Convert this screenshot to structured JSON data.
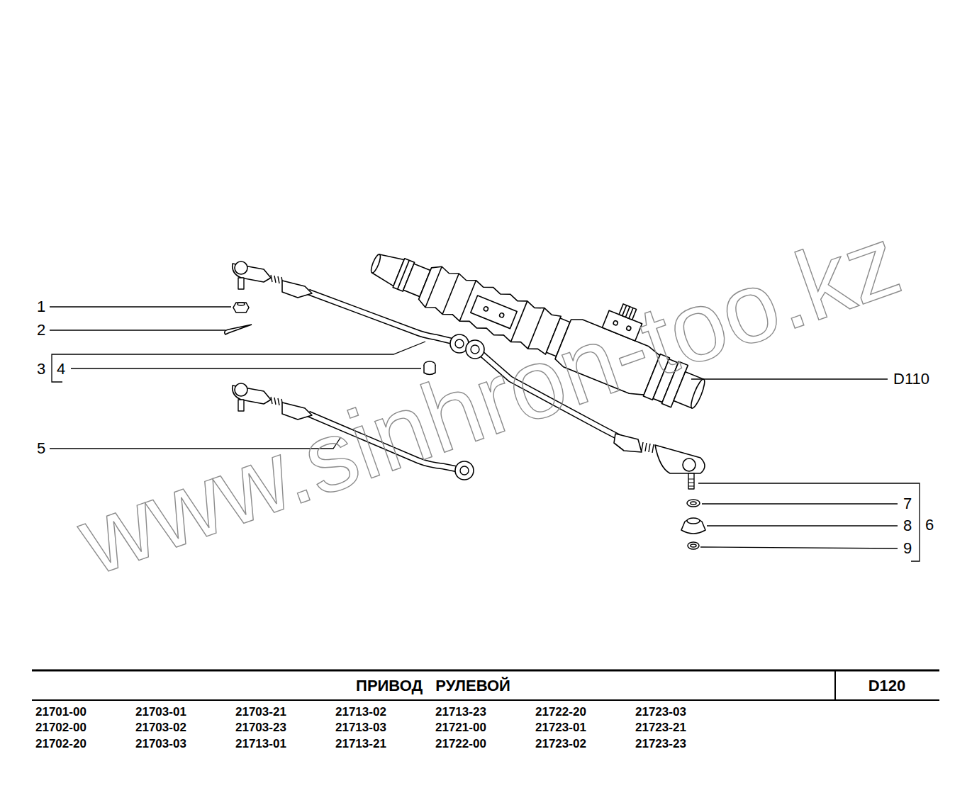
{
  "diagram": {
    "title": "ПРИВОД РУЛЕВОЙ",
    "labels": [
      "1",
      "2",
      "3",
      "4",
      "5",
      "D110",
      "7",
      "8",
      "6",
      "9",
      "D120",
      "21701-00",
      "21702-00",
      "21702-20",
      "21703-01",
      "21703-02",
      "21703-03",
      "21703-21",
      "21703-23",
      "21713-01",
      "21713-02",
      "21713-03",
      "21713-21",
      "21713-23",
      "21721-00",
      "21722-00",
      "21722-20",
      "21723-01",
      "21723-02",
      "21723-03",
      "21723-21",
      "21723-23",
      "www.sinhron-too.kz"
    ]
  }
}
